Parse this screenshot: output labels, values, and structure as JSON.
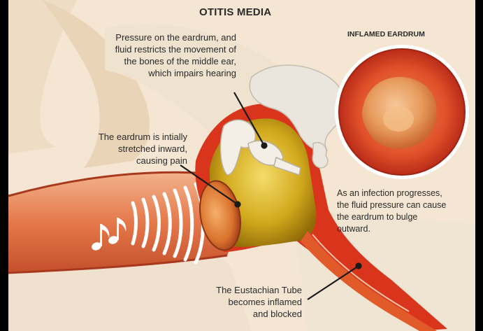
{
  "diagram": {
    "title": "OTITIS MEDIA",
    "inset_label": "INFLAMED EARDRUM",
    "callouts": {
      "pressure": "Pressure on the eardrum, and\nfluid restricts the movement of\nthe bones of the middle ear,\nwhich impairs hearing",
      "stretched": "The eardrum is intially\nstretched inward,\ncausing pain",
      "progresses": "As an infection progresses,\nthe fluid pressure can cause\nthe eardrum to bulge\noutward.",
      "eustachian": "The Eustachian Tube\nbecomes inflamed\nand blocked"
    },
    "colors": {
      "background": "#000000",
      "skin": "#f2e2cc",
      "canal": "#dd6a3a",
      "canal_dark": "#a8391f",
      "inflamed": "#d8351c",
      "fluid": "#c8a012",
      "bone": "#e6e0d6",
      "text": "#2a2a2a"
    },
    "icons": [
      "music-note-icon",
      "sound-wave-icon"
    ]
  }
}
